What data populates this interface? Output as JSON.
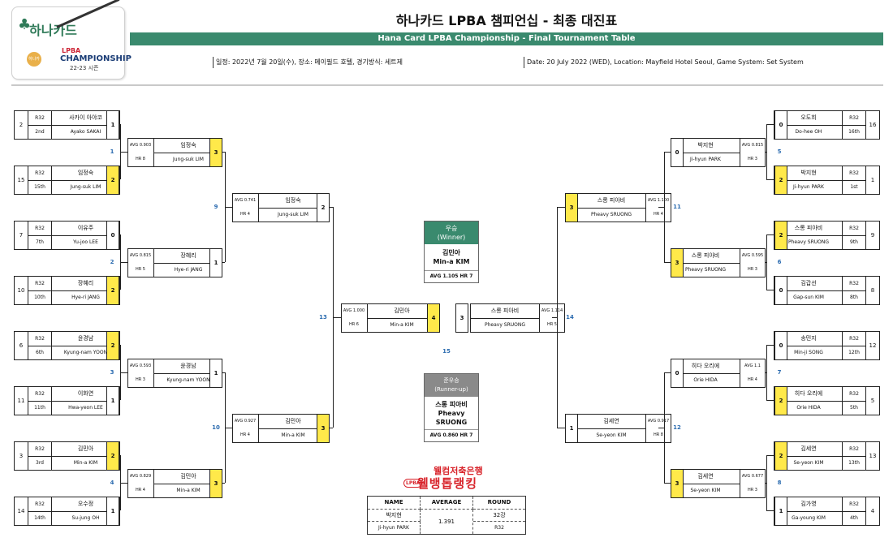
{
  "header": {
    "title": "하나카드 LPBA 챔피언십 - 최종 대진표",
    "subtitle": "Hana Card LPBA Championship - Final Tournament Table",
    "info_ko": "일정: 2022년 7월 20일(수), 장소: 메이필드 호텔, 경기방식: 세트제",
    "info_en": "Date: 20 July 2022 (WED), Location: Mayfield Hotel Seoul, Game System: Set System"
  },
  "logo": {
    "brand": "하나카드",
    "lpba": "LPBA",
    "champ": "CHAMPIONSHIP",
    "season": "22-23 시즌",
    "ball": "하나카드"
  },
  "left_r32": [
    {
      "seed": "2",
      "round": "R32",
      "rank": "2nd",
      "ko": "사카이 아야코",
      "en": "Ayako SAKAI",
      "score": "1",
      "win": false
    },
    {
      "seed": "15",
      "round": "R32",
      "rank": "15th",
      "ko": "임정숙",
      "en": "Jung-suk LIM",
      "score": "2",
      "win": true
    },
    {
      "seed": "7",
      "round": "R32",
      "rank": "7th",
      "ko": "이유주",
      "en": "Yu-joo LEE",
      "score": "0",
      "win": false
    },
    {
      "seed": "10",
      "round": "R32",
      "rank": "10th",
      "ko": "장혜리",
      "en": "Hye-ri JANG",
      "score": "2",
      "win": true
    },
    {
      "seed": "6",
      "round": "R32",
      "rank": "6th",
      "ko": "윤경남",
      "en": "Kyung-nam YOON",
      "score": "2",
      "win": true
    },
    {
      "seed": "11",
      "round": "R32",
      "rank": "11th",
      "ko": "이화연",
      "en": "Hwa-yeon LEE",
      "score": "1",
      "win": false
    },
    {
      "seed": "3",
      "round": "R32",
      "rank": "3rd",
      "ko": "김민아",
      "en": "Min-a KIM",
      "score": "2",
      "win": true
    },
    {
      "seed": "14",
      "round": "R32",
      "rank": "14th",
      "ko": "오수정",
      "en": "Su-jung OH",
      "score": "1",
      "win": false
    }
  ],
  "right_r32": [
    {
      "seed": "16",
      "round": "R32",
      "rank": "16th",
      "ko": "오도희",
      "en": "Do-hee OH",
      "score": "0",
      "win": false
    },
    {
      "seed": "1",
      "round": "R32",
      "rank": "1st",
      "ko": "박지현",
      "en": "Ji-hyun PARK",
      "score": "2",
      "win": true
    },
    {
      "seed": "9",
      "round": "R32",
      "rank": "9th",
      "ko": "스롱 피아비",
      "en": "Pheavy SRUONG",
      "score": "2",
      "win": true
    },
    {
      "seed": "8",
      "round": "R32",
      "rank": "8th",
      "ko": "김갑선",
      "en": "Gap-sun KIM",
      "score": "0",
      "win": false
    },
    {
      "seed": "12",
      "round": "R32",
      "rank": "12th",
      "ko": "송민지",
      "en": "Min-ji SONG",
      "score": "0",
      "win": false
    },
    {
      "seed": "5",
      "round": "R32",
      "rank": "5th",
      "ko": "히다 오리에",
      "en": "Orie HIDA",
      "score": "2",
      "win": true
    },
    {
      "seed": "13",
      "round": "R32",
      "rank": "13th",
      "ko": "김세연",
      "en": "Se-yeon KIM",
      "score": "2",
      "win": true
    },
    {
      "seed": "4",
      "round": "R32",
      "rank": "4th",
      "ko": "김가영",
      "en": "Ga-young KIM",
      "score": "1",
      "win": false
    }
  ],
  "left_r16": [
    {
      "avg": "AVG 0.903",
      "hr": "HR 8",
      "ko": "임정숙",
      "en": "Jung-suk LIM",
      "score": "3",
      "win": true
    },
    {
      "avg": "AVG 0.815",
      "hr": "HR 5",
      "ko": "장혜리",
      "en": "Hye-ri JANG",
      "score": "1",
      "win": false
    },
    {
      "avg": "AVG 0.593",
      "hr": "HR 3",
      "ko": "윤경남",
      "en": "Kyung-nam YOON",
      "score": "1",
      "win": false
    },
    {
      "avg": "AVG 0.829",
      "hr": "HR 4",
      "ko": "김민아",
      "en": "Min-a KIM",
      "score": "3",
      "win": true
    }
  ],
  "right_r16": [
    {
      "avg": "AVG 0.815",
      "hr": "HR 3",
      "ko": "박지현",
      "en": "Ji-hyun PARK",
      "score": "0",
      "win": false
    },
    {
      "avg": "AVG 0.595",
      "hr": "HR 3",
      "ko": "스롱 피아비",
      "en": "Pheavy SRUONG",
      "score": "3",
      "win": true
    },
    {
      "avg": "AVG 1.1",
      "hr": "HR 4",
      "ko": "히다 오리에",
      "en": "Orie HIDA",
      "score": "0",
      "win": false
    },
    {
      "avg": "AVG 0.677",
      "hr": "HR 3",
      "ko": "김세연",
      "en": "Se-yeon KIM",
      "score": "3",
      "win": true
    }
  ],
  "left_qf": [
    {
      "avg": "AVG 0.741",
      "hr": "HR 4",
      "ko": "임정숙",
      "en": "Jung-suk LIM",
      "score": "2",
      "win": false
    },
    {
      "avg": "AVG 0.927",
      "hr": "HR 4",
      "ko": "김민아",
      "en": "Min-a KIM",
      "score": "3",
      "win": true
    }
  ],
  "right_qf": [
    {
      "avg": "AVG 1.100",
      "hr": "HR 4",
      "ko": "스롱 피아비",
      "en": "Pheavy SRUONG",
      "score": "3",
      "win": true
    },
    {
      "avg": "AVG 0.917",
      "hr": "HR 8",
      "ko": "김세연",
      "en": "Se-yeon KIM",
      "score": "1",
      "win": false
    }
  ],
  "left_sf": {
    "avg": "AVG 1.000",
    "hr": "HR 6",
    "ko": "김민아",
    "en": "Min-a KIM",
    "score": "4",
    "win": true
  },
  "right_sf": {
    "avg": "AVG 1.114",
    "hr": "HR 5",
    "ko": "스롱 피아비",
    "en": "Pheavy SRUONG",
    "score": "3",
    "win": false
  },
  "match_numbers": [
    "1",
    "2",
    "3",
    "4",
    "9",
    "10",
    "13",
    "5",
    "6",
    "7",
    "8",
    "11",
    "12",
    "14",
    "15"
  ],
  "winner": {
    "head": "우승\n(Winner)",
    "ko": "김민아",
    "en": "Min-a KIM",
    "stat": "AVG 1.105  HR 7"
  },
  "runner_up": {
    "head": "준우승\n(Runner-up)",
    "ko": "스롱 피아비",
    "en": "Pheavy SRUONG",
    "stat": "AVG 0.860  HR 7"
  },
  "promo": {
    "line1": "웰컴저축은행",
    "line2": "웰뱅톱랭킹",
    "badge": "LPBA"
  },
  "stat_table": {
    "headers": [
      "NAME",
      "AVERAGE",
      "ROUND"
    ],
    "name_ko": "박지현",
    "name_en": "Ji-hyun PARK",
    "average": "1.391",
    "round_ko": "32강",
    "round_en": "R32"
  },
  "colors": {
    "accent": "#3a8a6e",
    "win": "#ffe94a",
    "match_no": "#2c6cb0",
    "runner": "#8a8a8a"
  }
}
